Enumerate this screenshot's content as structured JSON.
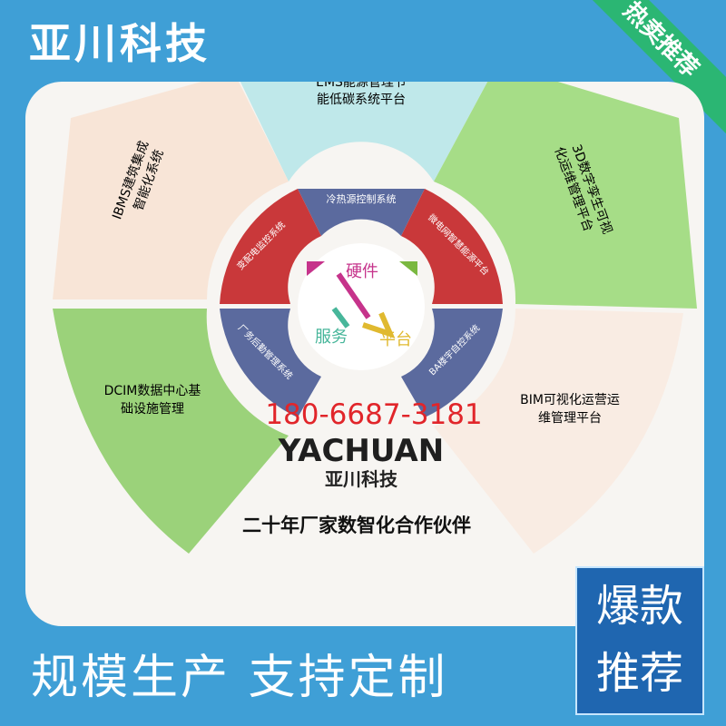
{
  "brand": {
    "title": "亚川科技"
  },
  "ribbon": {
    "label": "热卖推荐"
  },
  "diagram": {
    "outer": {
      "ems": [
        "EMS能源管理节",
        "能低碳系统平台"
      ],
      "ibms": [
        "IBMS建筑集成",
        "智能化系统"
      ],
      "twin": [
        "3D数字孪生可视",
        "化运维管理平台"
      ],
      "dcim": [
        "DCIM数据中心基",
        "础设施管理"
      ],
      "bim": [
        "BIM可视化运营运",
        "维管理平台"
      ]
    },
    "inner": {
      "cold": "冷热源控制系统",
      "power": "变配电监控系统",
      "micro": "微电网智慧能源平台",
      "facility": "厂务后勤管理系统",
      "ba": "BA楼宇自控系统"
    },
    "center": {
      "hardware": "硬件",
      "service": "服务",
      "platform": "平台"
    },
    "phone": "180-6687-3181",
    "logo": "YACHUAN",
    "company": "亚川科技",
    "slogan": "二十年厂家数智化合作伙伴"
  },
  "bottom": {
    "label": "规模生产  支持定制"
  },
  "hot": {
    "line1": "爆款",
    "line2": "推荐"
  },
  "colors": {
    "frame": "#3f9fd6",
    "ems": "#bfe8ea",
    "ibms": "#f8e5d7",
    "twin": "#a6dd87",
    "dcim": "#9bd27a",
    "bim": "#f9ece3",
    "inner_red": "#c9383a",
    "inner_blue": "#5b6a9e",
    "phone": "#e1252a"
  }
}
